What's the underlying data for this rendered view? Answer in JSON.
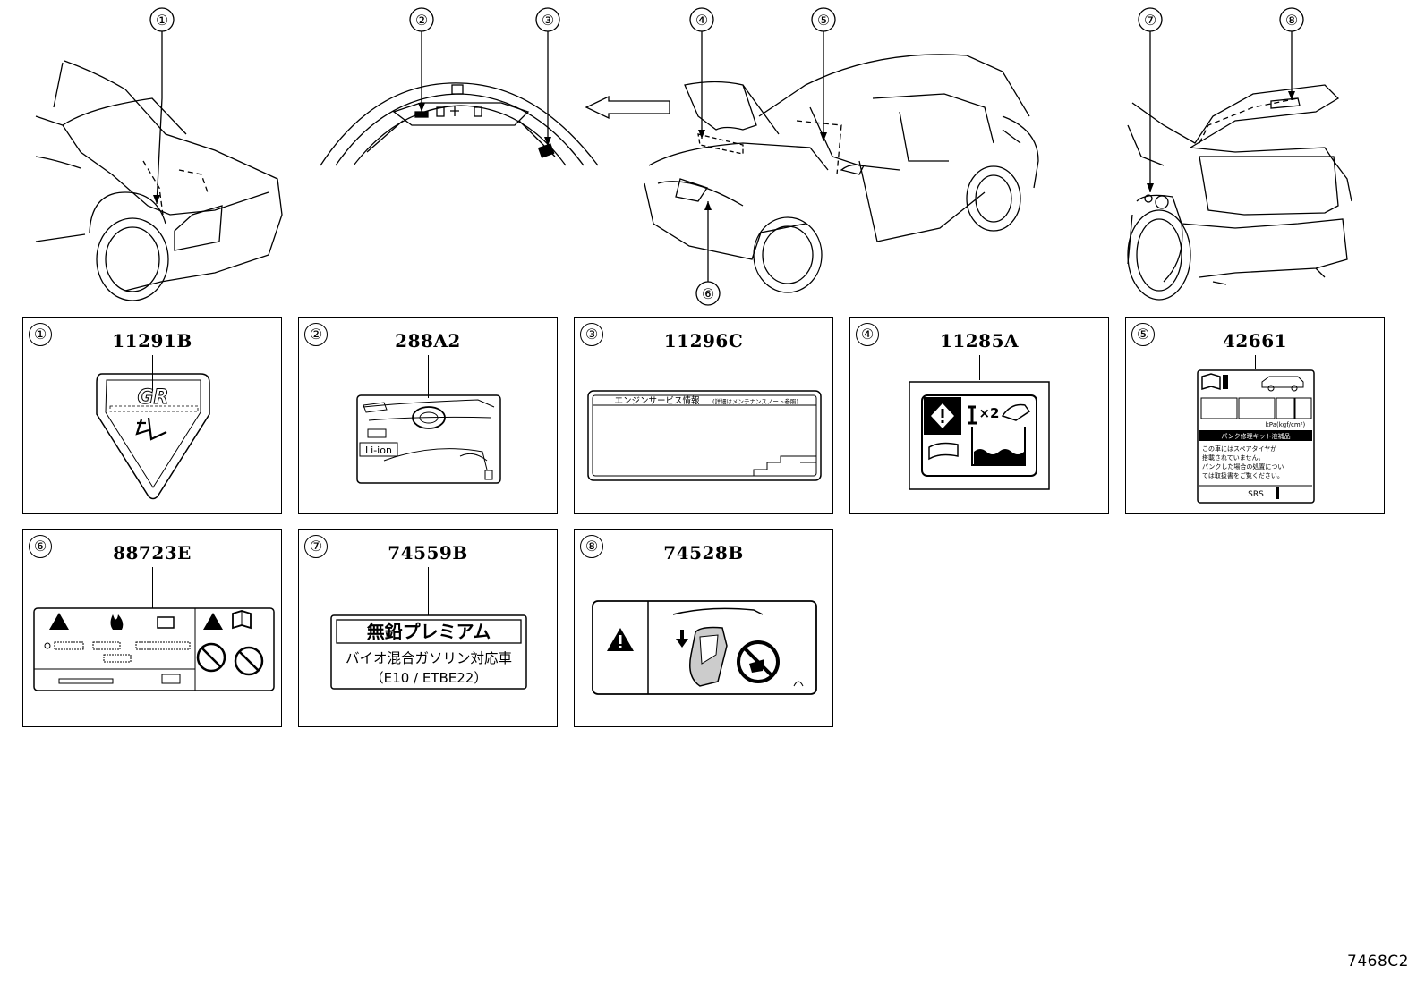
{
  "diagram_code": "7468C2",
  "callouts": [
    {
      "num": "①"
    },
    {
      "num": "②"
    },
    {
      "num": "③"
    },
    {
      "num": "④"
    },
    {
      "num": "⑤"
    },
    {
      "num": "⑥"
    },
    {
      "num": "⑦"
    },
    {
      "num": "⑧"
    }
  ],
  "panels": [
    {
      "num": "①",
      "code": "11291B",
      "label_texts": [
        "GR"
      ]
    },
    {
      "num": "②",
      "code": "288A2",
      "label_texts": [
        "Li-ion"
      ]
    },
    {
      "num": "③",
      "code": "11296C",
      "label_texts": [
        "エンジンサービス情報",
        "(詳細はメンテナンスノート参照)"
      ]
    },
    {
      "num": "④",
      "code": "11285A",
      "label_texts": [
        "×2"
      ]
    },
    {
      "num": "⑤",
      "code": "42661",
      "label_texts": [
        "kPa(kgf/cm²)",
        "パンク修理キット液補品",
        "この車にはスペアタイヤが",
        "搭載されていません。",
        "パンクした場合の処置につい",
        "ては取扱書をご覧ください。",
        "SRS"
      ]
    },
    {
      "num": "⑥",
      "code": "88723E",
      "label_texts": []
    },
    {
      "num": "⑦",
      "code": "74559B",
      "label_texts": [
        "無鉛プレミアム",
        "バイオ混合ガソリン対応車",
        "（E10 / ETBE22）"
      ]
    },
    {
      "num": "⑧",
      "code": "74528B",
      "label_texts": []
    }
  ]
}
